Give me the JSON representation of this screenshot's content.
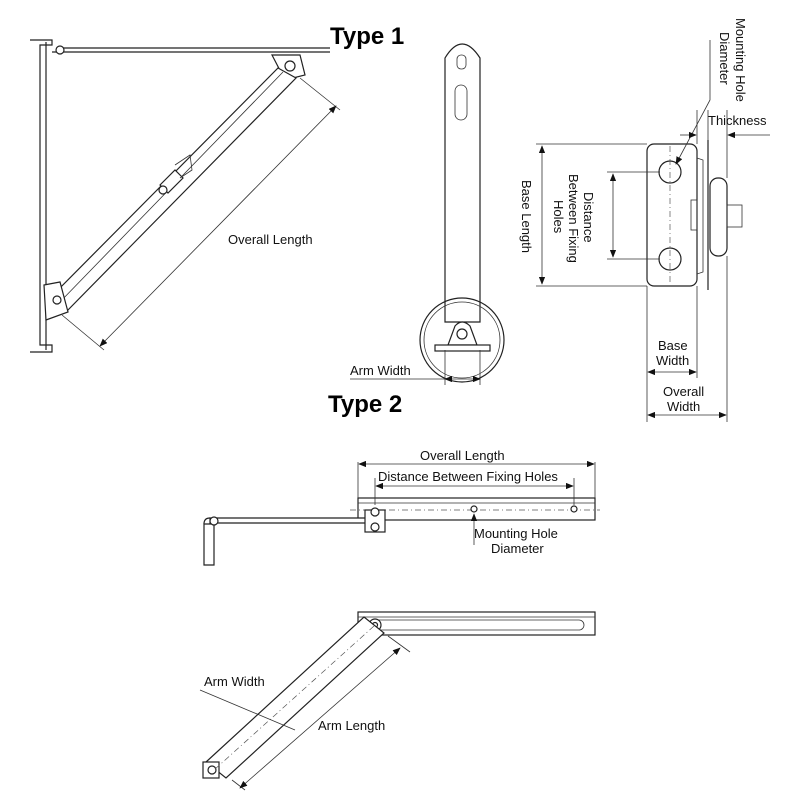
{
  "type1": {
    "title": "Type 1",
    "overall_length": "Overall Length",
    "arm_width": "Arm Width",
    "mounting_hole_line1": "Mounting Hole",
    "mounting_hole_line2": "Diameter",
    "thickness": "Thickness",
    "base_length": "Base Length",
    "distance_line1": "Distance",
    "distance_line2": "Between Fixing",
    "distance_line3": "Holes",
    "base_width_line1": "Base",
    "base_width_line2": "Width",
    "overall_width_line1": "Overall",
    "overall_width_line2": "Width"
  },
  "type2": {
    "title": "Type 2",
    "overall_length": "Overall Length",
    "distance_between_fixing_holes": "Distance Between Fixing Holes",
    "mounting_hole_line1": "Mounting Hole",
    "mounting_hole_line2": "Diameter",
    "arm_width": "Arm Width",
    "arm_length": "Arm Length"
  }
}
